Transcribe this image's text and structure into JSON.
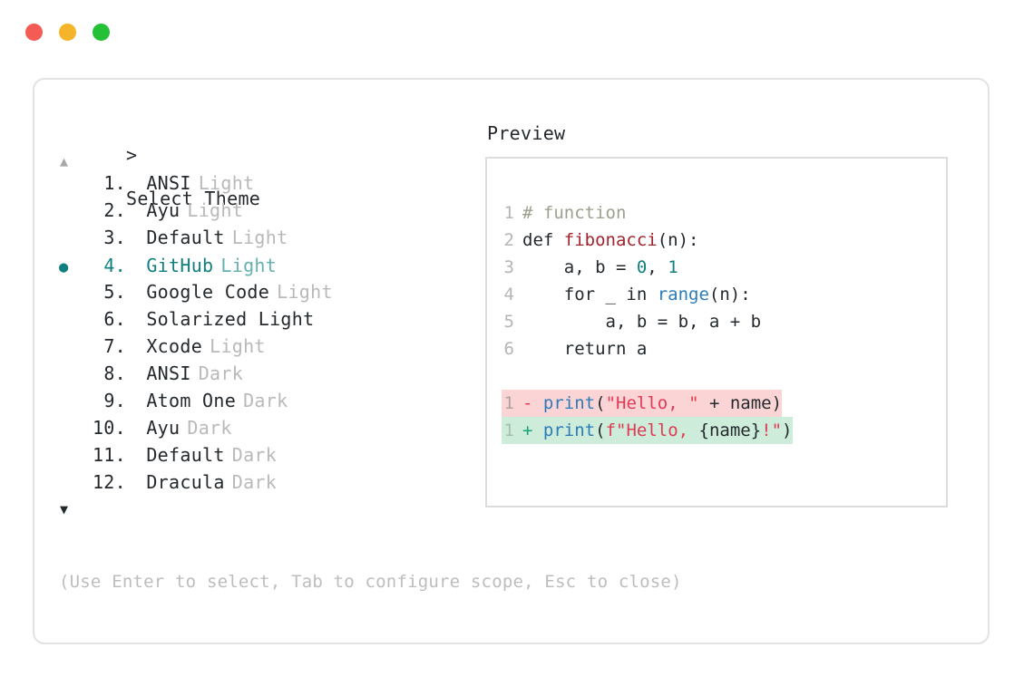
{
  "window": {
    "traffic_lights": [
      {
        "name": "close-button",
        "color": "#f45b55"
      },
      {
        "name": "minimize-button",
        "color": "#f5b429"
      },
      {
        "name": "maximize-button",
        "color": "#24c036"
      }
    ]
  },
  "panel": {
    "prompt_symbol": ">",
    "title": "Select Theme",
    "preview_title": "Preview",
    "scroll_up_icon": "▲",
    "scroll_down_icon": "▼",
    "selected_bullet": "●",
    "hint": "(Use Enter to select, Tab to configure scope, Esc to close)",
    "accent_color": "#0f7f7f"
  },
  "themes": [
    {
      "index": "1.",
      "name": "ANSI",
      "variant": "Light",
      "variant_muted": true,
      "selected": false
    },
    {
      "index": "2.",
      "name": "Ayu",
      "variant": "Light",
      "variant_muted": true,
      "selected": false
    },
    {
      "index": "3.",
      "name": "Default",
      "variant": "Light",
      "variant_muted": true,
      "selected": false
    },
    {
      "index": "4.",
      "name": "GitHub",
      "variant": "Light",
      "variant_muted": true,
      "selected": true
    },
    {
      "index": "5.",
      "name": "Google Code",
      "variant": "Light",
      "variant_muted": true,
      "selected": false
    },
    {
      "index": "6.",
      "name": "Solarized Light",
      "variant": "",
      "variant_muted": false,
      "selected": false
    },
    {
      "index": "7.",
      "name": "Xcode",
      "variant": "Light",
      "variant_muted": true,
      "selected": false
    },
    {
      "index": "8.",
      "name": "ANSI",
      "variant": "Dark",
      "variant_muted": true,
      "selected": false
    },
    {
      "index": "9.",
      "name": "Atom One",
      "variant": "Dark",
      "variant_muted": true,
      "selected": false
    },
    {
      "index": "10.",
      "name": "Ayu",
      "variant": "Dark",
      "variant_muted": true,
      "selected": false
    },
    {
      "index": "11.",
      "name": "Default",
      "variant": "Dark",
      "variant_muted": true,
      "selected": false
    },
    {
      "index": "12.",
      "name": "Dracula",
      "variant": "Dark",
      "variant_muted": true,
      "selected": false
    }
  ],
  "preview": {
    "code_lines": [
      {
        "n": "1",
        "tokens": [
          {
            "t": "# function",
            "c": "comment"
          }
        ]
      },
      {
        "n": "2",
        "tokens": [
          {
            "t": "def ",
            "c": "plain"
          },
          {
            "t": "fibonacci",
            "c": "func"
          },
          {
            "t": "(n):",
            "c": "plain"
          }
        ]
      },
      {
        "n": "3",
        "tokens": [
          {
            "t": "    a, b = ",
            "c": "plain"
          },
          {
            "t": "0",
            "c": "num"
          },
          {
            "t": ", ",
            "c": "plain"
          },
          {
            "t": "1",
            "c": "num"
          }
        ]
      },
      {
        "n": "4",
        "tokens": [
          {
            "t": "    for _ in ",
            "c": "plain"
          },
          {
            "t": "range",
            "c": "builtin"
          },
          {
            "t": "(n):",
            "c": "plain"
          }
        ]
      },
      {
        "n": "5",
        "tokens": [
          {
            "t": "        a, b = b, a + b",
            "c": "plain"
          }
        ]
      },
      {
        "n": "6",
        "tokens": [
          {
            "t": "    return a",
            "c": "plain"
          }
        ]
      }
    ],
    "diff_lines": [
      {
        "n": "1",
        "kind": "del",
        "marker": "-",
        "tokens": [
          {
            "t": "print",
            "c": "builtin"
          },
          {
            "t": "(",
            "c": "plain"
          },
          {
            "t": "\"Hello, \"",
            "c": "str"
          },
          {
            "t": " + name)",
            "c": "plain"
          }
        ]
      },
      {
        "n": "1",
        "kind": "add",
        "marker": "+",
        "tokens": [
          {
            "t": "print",
            "c": "builtin"
          },
          {
            "t": "(",
            "c": "plain"
          },
          {
            "t": "f\"Hello, ",
            "c": "str"
          },
          {
            "t": "{name}",
            "c": "plain"
          },
          {
            "t": "!\"",
            "c": "str"
          },
          {
            "t": ")",
            "c": "plain"
          }
        ]
      }
    ],
    "diff_del_bg": "#fbd5d5",
    "diff_add_bg": "#cdecda"
  }
}
